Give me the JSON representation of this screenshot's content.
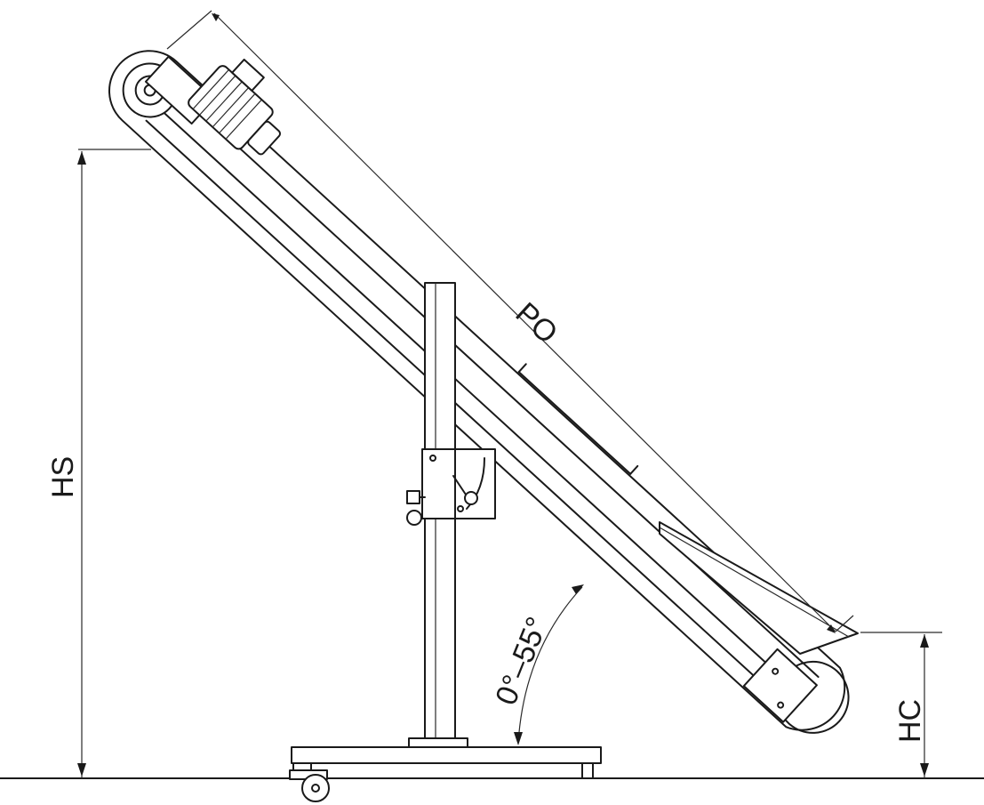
{
  "labels": {
    "length": "PO",
    "discharge_height": "HS",
    "infeed_height": "HC",
    "angle_range": "0°–55°"
  },
  "colors": {
    "line": "#1a1a1a",
    "background": "#ffffff"
  }
}
